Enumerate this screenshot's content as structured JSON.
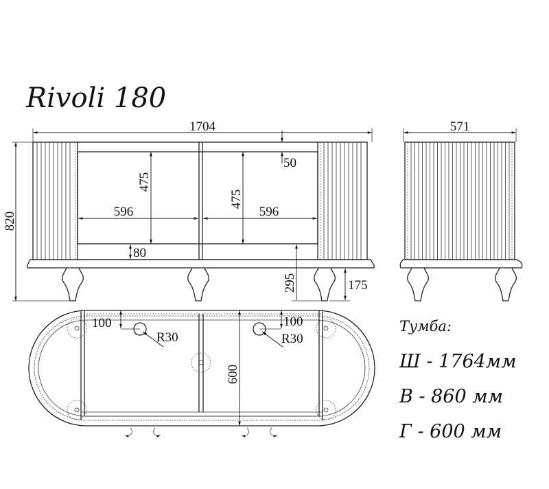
{
  "title": "Rivoli 180",
  "front_view": {
    "width": "1704",
    "height": "820",
    "top_rail": "50",
    "door_height_left": "475",
    "door_height_right": "475",
    "door_width_left": "596",
    "door_width_right": "596",
    "bottom_rail": "80",
    "floor_to_top_of_base": "295",
    "leg_height": "175"
  },
  "side_view": {
    "depth": "571"
  },
  "top_view": {
    "offset_left": "100",
    "offset_right": "100",
    "hole_left": "R30",
    "hole_right": "R30",
    "depth": "600"
  },
  "specs": {
    "heading": "Тумба:",
    "width": "Ш - 1764мм",
    "height": "В - 860 мм",
    "depth": "Г - 600 мм"
  }
}
